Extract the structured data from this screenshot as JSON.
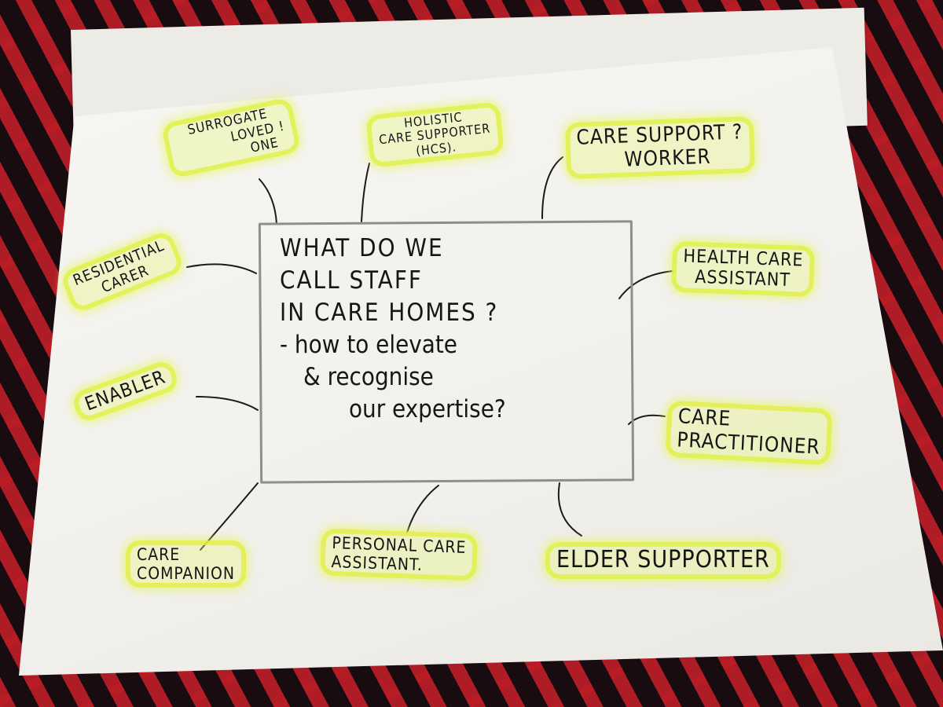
{
  "center_question": {
    "line1": "WHAT DO WE",
    "line2": "CALL STAFF",
    "line3": "IN CARE HOMES ?",
    "line4": "- how to elevate",
    "line5": "& recognise",
    "line6": "our expertise?"
  },
  "labels": {
    "surrogate": [
      "SURROGATE",
      "LOVED !",
      "ONE"
    ],
    "holistic": [
      "HOLISTIC",
      "CARE SUPPORTER",
      "(HCS)."
    ],
    "care_support_worker": [
      "CARE SUPPORT ?",
      "WORKER"
    ],
    "residential_carer": [
      "RESIDENTIAL",
      "CARER"
    ],
    "health_care_assistant": [
      "HEALTH CARE",
      "ASSISTANT"
    ],
    "enabler": [
      "ENABLER"
    ],
    "care_practitioner": [
      "CARE",
      "PRACTITIONER"
    ],
    "care_companion": [
      "CARE",
      "COMPANION"
    ],
    "personal_care_assistant": [
      "PERSONAL CARE",
      "ASSISTANT."
    ],
    "elder_supporter": [
      "ELDER SUPPORTER"
    ]
  },
  "colors": {
    "highlighter": "#e3f04a",
    "ink": "#151515",
    "pencil_box": "#8e8e8e",
    "paper": "#f4f3ef",
    "fabric_red": "#c41e28"
  }
}
